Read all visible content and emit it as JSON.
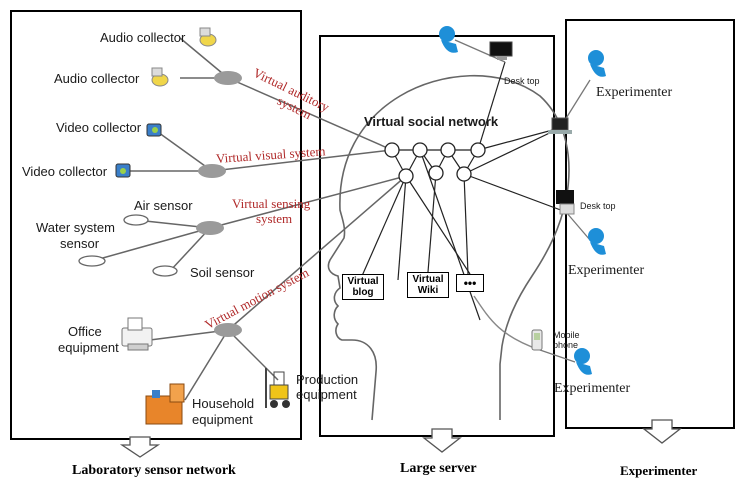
{
  "left_panel": {
    "sensors": {
      "audio_collector_1": "Audio collector",
      "audio_collector_2": "Audio collector",
      "video_collector_1": "Video collector",
      "video_collector_2": "Video collector",
      "air_sensor": "Air sensor",
      "water_sensor_line1": "Water system",
      "water_sensor_line2": "sensor",
      "soil_sensor": "Soil sensor",
      "office_line1": "Office",
      "office_line2": "equipment",
      "household_line1": "Household",
      "household_line2": "equipment",
      "production_line1": "Production",
      "production_line2": "equipment"
    },
    "systems": {
      "auditory_line1": "Virtual auditory",
      "auditory_line2": "system",
      "visual": "Virtual visual system",
      "sensing_line1": "Virtual sensing",
      "sensing_line2": "system",
      "motion": "Virtual motion system"
    }
  },
  "center_panel": {
    "network_title": "Virtual social network",
    "blog_line1": "Virtual",
    "blog_line2": "blog",
    "wiki_line1": "Virtual",
    "wiki_line2": "Wiki",
    "more": "•••"
  },
  "right_panel": {
    "desktop_top": "Desk top",
    "desktop_mid": "Desk top",
    "mobile_line1": "Mobile",
    "mobile_line2": "phone",
    "experimenter_1": "Experimenter",
    "experimenter_2": "Experimenter",
    "experimenter_3": "Experimenter"
  },
  "captions": {
    "left": "Laboratory sensor network",
    "center": "Large server",
    "right": "Experimenter"
  },
  "colors": {
    "system_label": "#b02a2a",
    "hub": "#9a9a9a",
    "person": "#1e8fd8",
    "line": "#555555"
  }
}
